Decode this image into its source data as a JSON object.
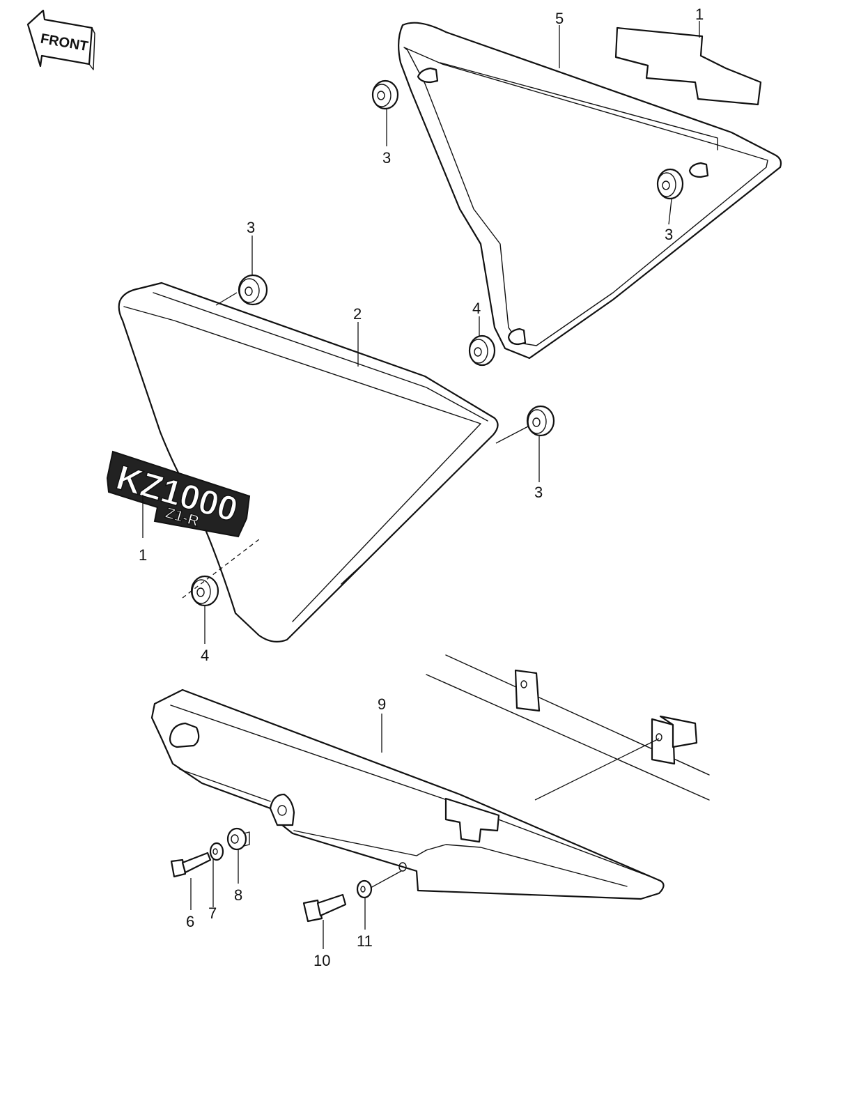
{
  "front_label": "FRONT",
  "emblem": {
    "main": "KZ1000",
    "sub": "Z1-R"
  },
  "callouts": {
    "emblem_right_top": "1",
    "emblem_left": "1",
    "side_cover_left": "2",
    "grommet_top_left": "3",
    "grommet_right_upper": "3",
    "grommet_right_inner": "3",
    "grommet_middle_right": "3",
    "grommet_right_lower": "4",
    "grommet_left_lower": "4",
    "side_cover_right": "5",
    "bolt_left": "6",
    "washer_left": "7",
    "collar": "8",
    "chain_cover": "9",
    "bolt_right": "10",
    "washer_right": "11"
  }
}
